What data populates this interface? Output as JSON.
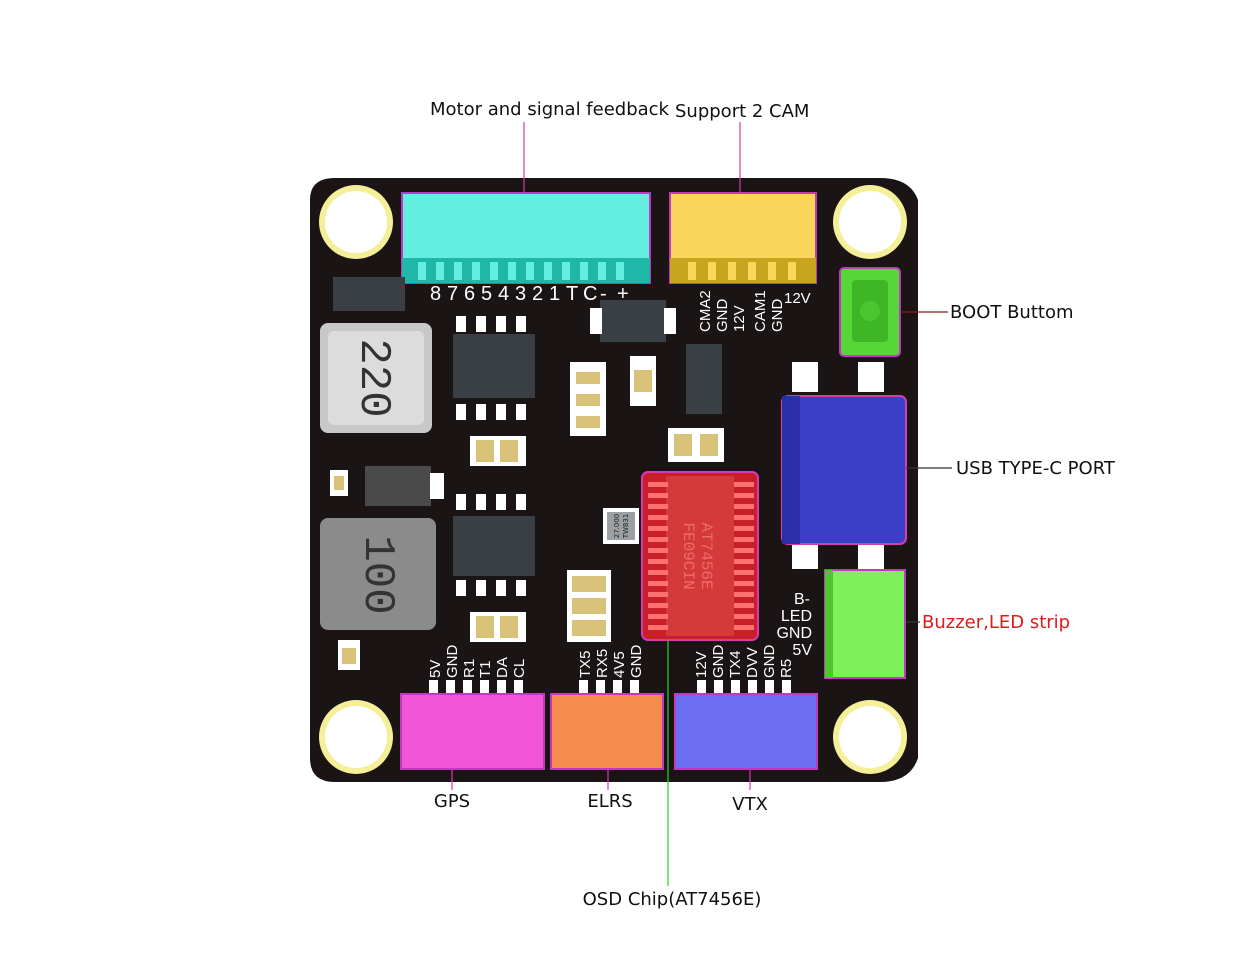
{
  "callouts": {
    "motor": "Motor and signal feedback",
    "cam": "Support 2 CAM",
    "boot": "BOOT Buttom",
    "usb": "USB TYPE-C PORT",
    "buzzer": "Buzzer,LED strip",
    "gps": "GPS",
    "elrs": "ELRS",
    "vtx": "VTX",
    "osd": "OSD Chip(AT7456E)"
  },
  "colors": {
    "board": "#1b1414",
    "motor_connector": "#62efe0",
    "cam_connector": "#fcd65a",
    "boot_button": "#56d637",
    "usb_port": "#3b3ec8",
    "buzzer_connector": "#7ef05a",
    "gps_connector": "#f255d8",
    "elrs_connector": "#f78a4e",
    "vtx_connector": "#6b6ef0",
    "osd_chip": "#d42a2f",
    "callout_line_magenta": "#d63ab8",
    "callout_line_green": "#2bd12b",
    "buzzer_text": "#e01a1a"
  },
  "motor_pads": [
    "8",
    "7",
    "6",
    "5",
    "4",
    "3",
    "2",
    "1",
    "T",
    "C",
    "-",
    "+"
  ],
  "cam_pads": [
    "CMA2",
    "GND",
    "12V",
    "CAM1",
    "GND"
  ],
  "cam_extra": "12V",
  "gps_pads": [
    "5V",
    "GND",
    "R1",
    "T1",
    "DA",
    "CL"
  ],
  "elrs_pads": [
    "TX5",
    "RX5",
    "4V5",
    "GND"
  ],
  "vtx_pads": [
    "12V",
    "GND",
    "TX4",
    "DVV",
    "GND",
    "R5"
  ],
  "buzzer_pads": [
    "B-",
    "LED",
    "GND",
    "5V"
  ],
  "inductors": [
    "220",
    "100"
  ],
  "chip": {
    "line1": "AT7456E",
    "line2": "FE09CIN"
  },
  "crystal": {
    "line1": "27.000",
    "line2": "TW831"
  }
}
